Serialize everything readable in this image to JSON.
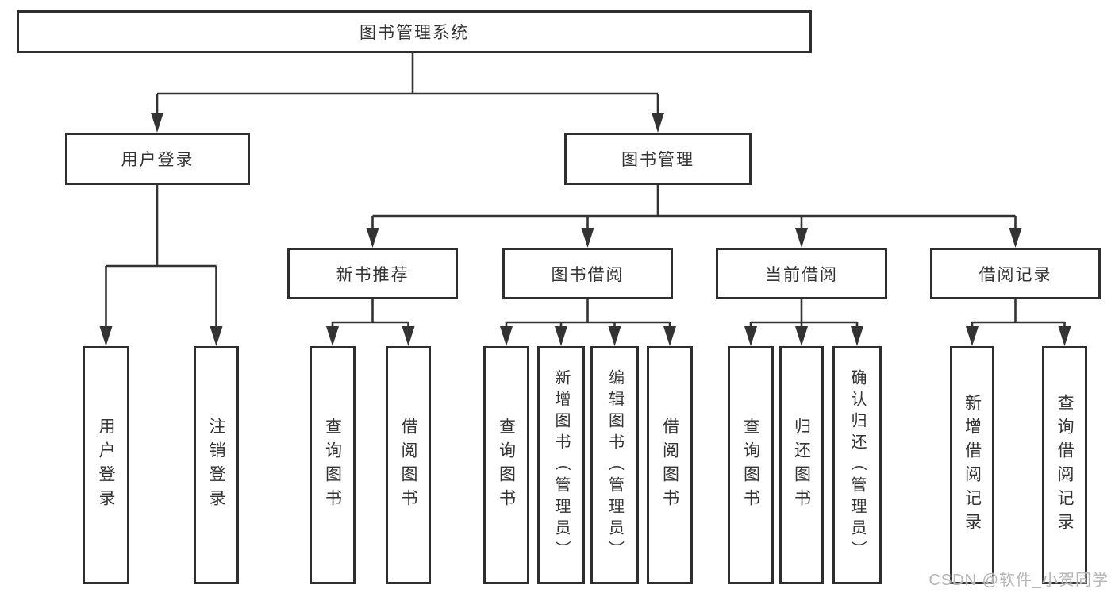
{
  "tree": {
    "root": {
      "label": "图书管理系统"
    },
    "children": [
      {
        "label": "用户登录",
        "children": [
          {
            "label": "用户登录"
          },
          {
            "label": "注销登录"
          }
        ]
      },
      {
        "label": "图书管理",
        "children": [
          {
            "label": "新书推荐",
            "children": [
              {
                "label": "查询图书"
              },
              {
                "label": "借阅图书"
              }
            ]
          },
          {
            "label": "图书借阅",
            "children": [
              {
                "label": "查询图书"
              },
              {
                "label": "新增图书（管理员）"
              },
              {
                "label": "编辑图书（管理员）"
              },
              {
                "label": "借阅图书"
              }
            ]
          },
          {
            "label": "当前借阅",
            "children": [
              {
                "label": "查询图书"
              },
              {
                "label": "归还图书"
              },
              {
                "label": "确认归还（管理员）"
              }
            ]
          },
          {
            "label": "借阅记录",
            "children": [
              {
                "label": "新增借阅记录"
              },
              {
                "label": "查询借阅记录"
              }
            ]
          }
        ]
      }
    ]
  },
  "watermark": "CSDN @软件_小贺同学",
  "colors": {
    "line": "#333333",
    "border": "#2e2e2e",
    "text": "#333333",
    "watermark": "#b5b5b5",
    "background": "#ffffff"
  }
}
